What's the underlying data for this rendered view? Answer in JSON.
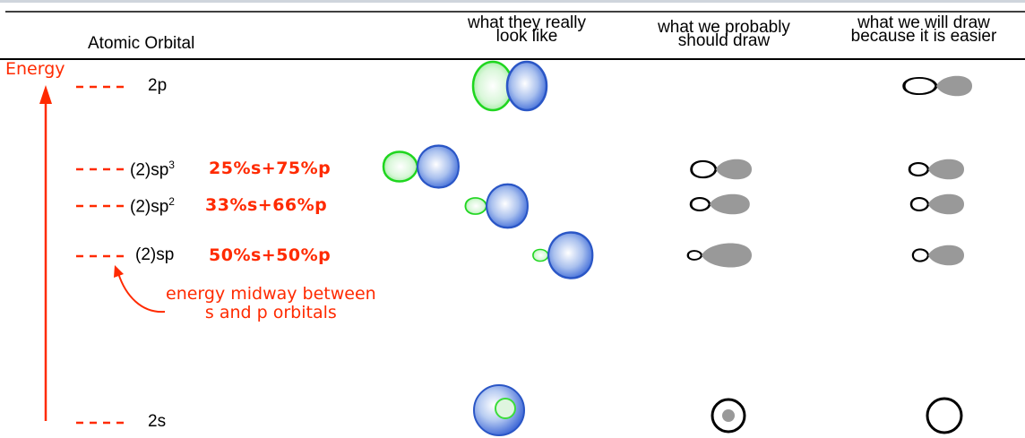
{
  "headers": {
    "atomic_orbital": "Atomic Orbital",
    "really_look_1": "what they really",
    "really_look_2": "look like",
    "probably_draw_1": "what we probably",
    "probably_draw_2": "should draw",
    "will_draw_1": "what we will draw",
    "will_draw_2": "because it is easier"
  },
  "energy_label": "Energy",
  "levels": {
    "p2": "2p",
    "sp3_prefix": "(2)sp",
    "sp3_exp": "3",
    "sp3_pct": "25%s+75%p",
    "sp2_prefix": "(2)sp",
    "sp2_exp": "2",
    "sp2_pct": "33%s+66%p",
    "sp_label": "(2)sp",
    "sp_pct": "50%s+50%p",
    "s2": "2s"
  },
  "note": {
    "line1": "energy midway between",
    "line2": "s and p orbitals"
  },
  "colors": {
    "accent_red": "#ff2a00",
    "orbital_blue": "#2a56c6",
    "orbital_green": "#22dd22",
    "lobe_gray": "#999999"
  }
}
